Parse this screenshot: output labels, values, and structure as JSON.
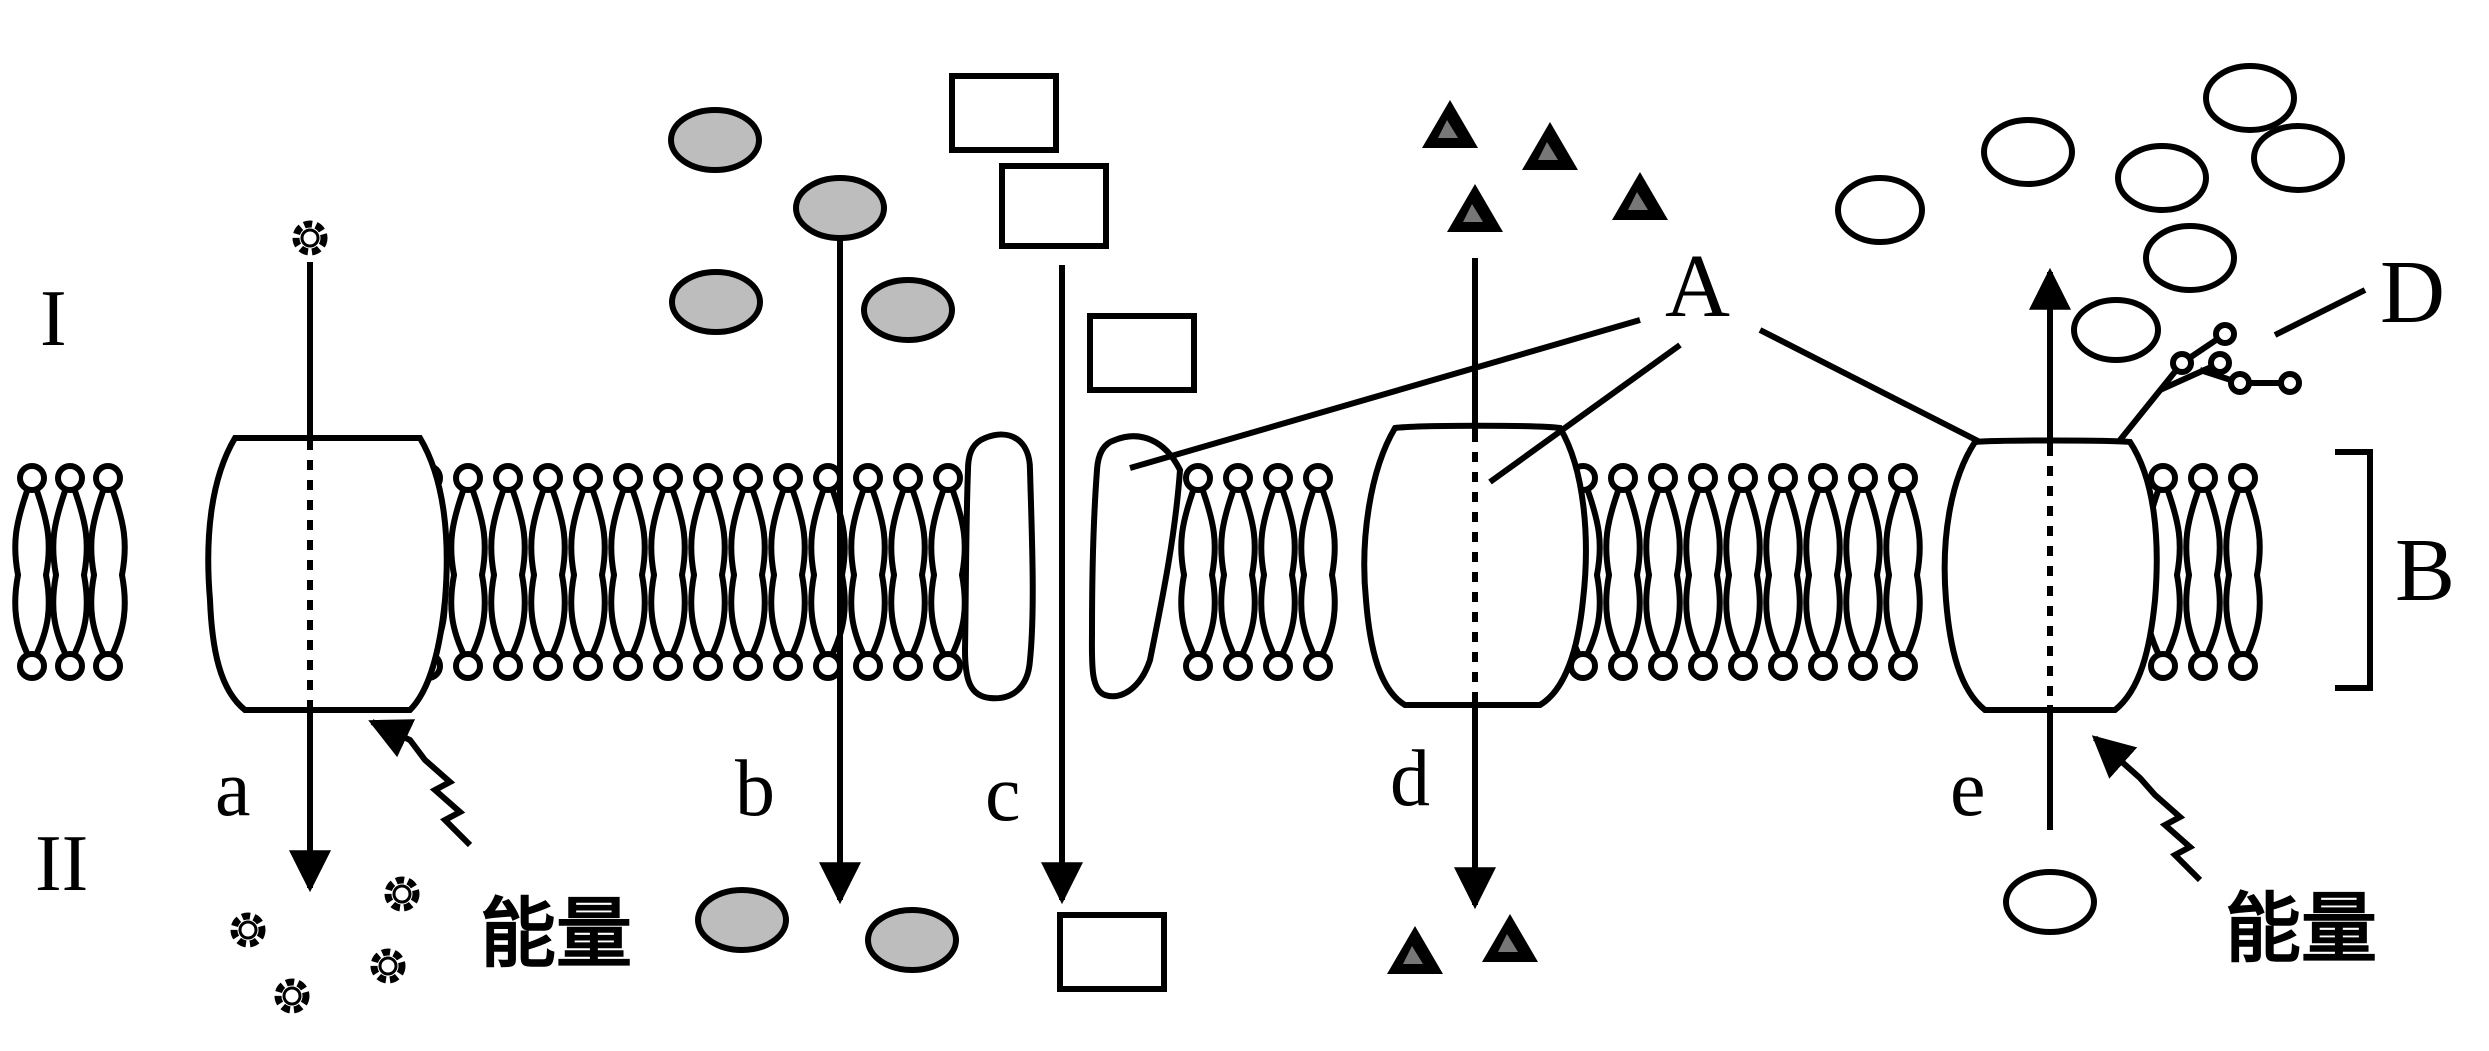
{
  "sides": {
    "outer": "I",
    "inner": "II"
  },
  "structures": {
    "protein": "A",
    "bilayer": "B",
    "glycoprotein": "D"
  },
  "processes": [
    {
      "id": "a",
      "label": "a"
    },
    {
      "id": "b",
      "label": "b"
    },
    {
      "id": "c",
      "label": "c"
    },
    {
      "id": "d",
      "label": "d"
    },
    {
      "id": "e",
      "label": "e"
    }
  ],
  "energy": {
    "left": "能量",
    "right": "能量"
  },
  "colors": {
    "line": "#000000",
    "grey_particle": "#bdbdbd",
    "background": "#ffffff"
  }
}
